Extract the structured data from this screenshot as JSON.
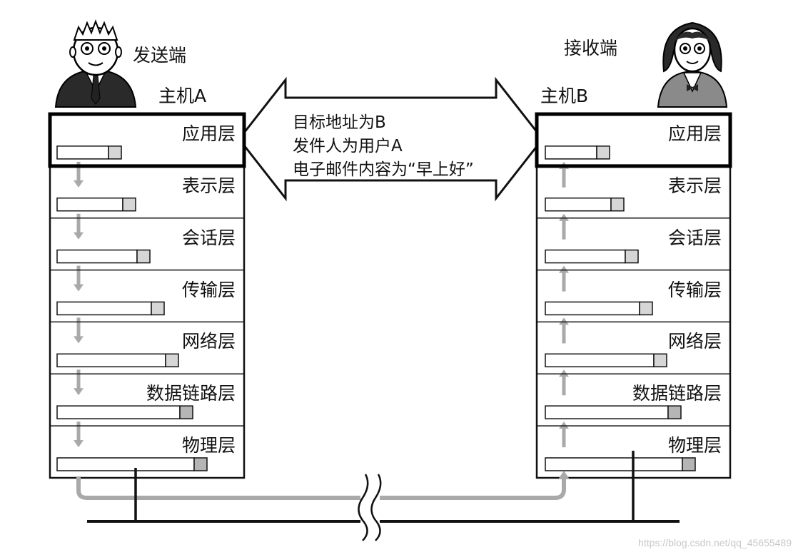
{
  "sender": {
    "role": "发送端",
    "host": "主机A"
  },
  "receiver": {
    "role": "接收端",
    "host": "主机B"
  },
  "message": {
    "lines": [
      "目标地址为B",
      "发件人为用户A",
      "电子邮件内容为“早上好”"
    ]
  },
  "layers": [
    "应用层",
    "表示层",
    "会话层",
    "传输层",
    "网络层",
    "数据链路层",
    "物理层"
  ],
  "watermark": "https://blog.csdn.net/qq_45655489",
  "colors": {
    "line": "#111111",
    "flow_arrow": "#a9a9a9",
    "header_cell": "#d6d6d6",
    "header_cell_dark": "#b5b5b5"
  }
}
